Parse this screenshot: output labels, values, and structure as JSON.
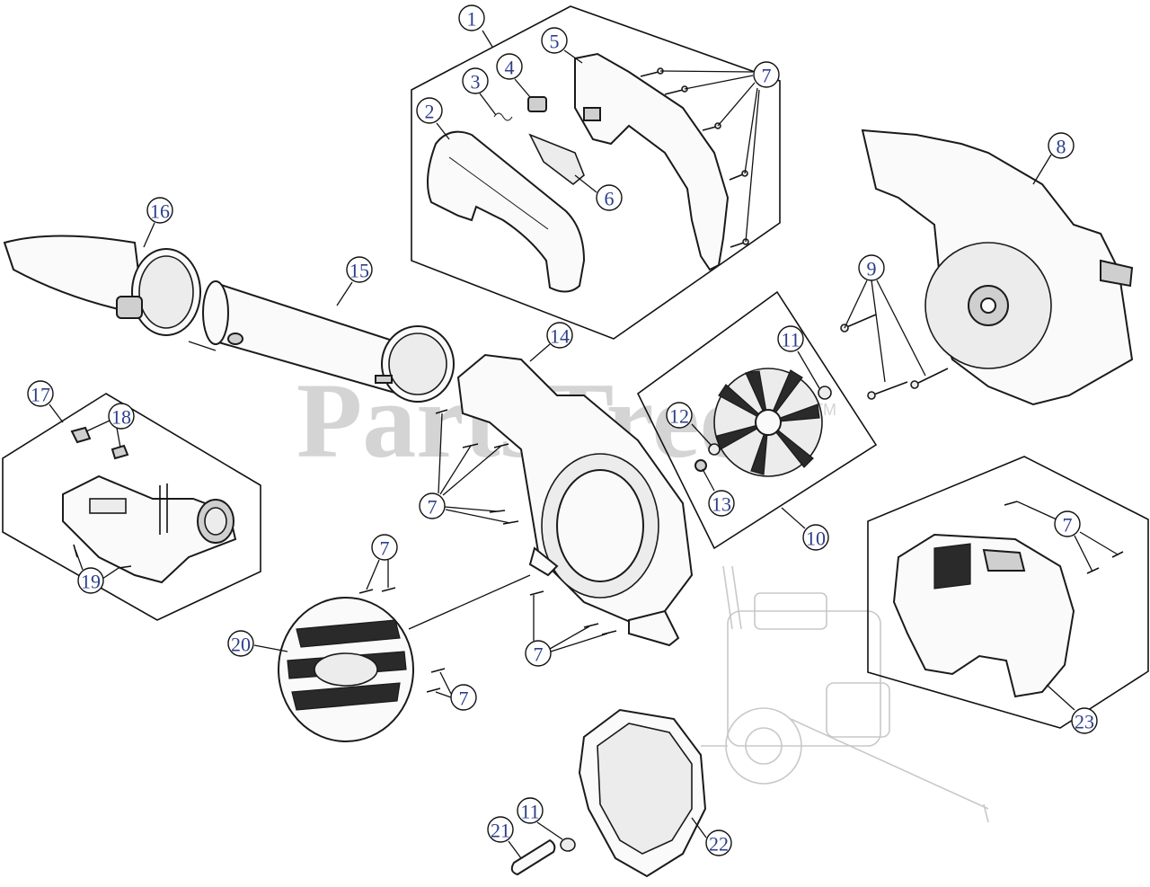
{
  "watermark": {
    "text": "PartsTree",
    "tm": "TM"
  },
  "callouts": [
    {
      "id": "c1",
      "label": "1"
    },
    {
      "id": "c2",
      "label": "2"
    },
    {
      "id": "c3",
      "label": "3"
    },
    {
      "id": "c4",
      "label": "4"
    },
    {
      "id": "c5",
      "label": "5"
    },
    {
      "id": "c6",
      "label": "6"
    },
    {
      "id": "c7a",
      "label": "7"
    },
    {
      "id": "c8",
      "label": "8"
    },
    {
      "id": "c9",
      "label": "9"
    },
    {
      "id": "c10",
      "label": "10"
    },
    {
      "id": "c11a",
      "label": "11"
    },
    {
      "id": "c12",
      "label": "12"
    },
    {
      "id": "c13",
      "label": "13"
    },
    {
      "id": "c14",
      "label": "14"
    },
    {
      "id": "c15",
      "label": "15"
    },
    {
      "id": "c16",
      "label": "16"
    },
    {
      "id": "c17",
      "label": "17"
    },
    {
      "id": "c18",
      "label": "18"
    },
    {
      "id": "c19",
      "label": "19"
    },
    {
      "id": "c7b",
      "label": "7"
    },
    {
      "id": "c7c",
      "label": "7"
    },
    {
      "id": "c7d",
      "label": "7"
    },
    {
      "id": "c7e",
      "label": "7"
    },
    {
      "id": "c7f",
      "label": "7"
    },
    {
      "id": "c20",
      "label": "20"
    },
    {
      "id": "c11b",
      "label": "11"
    },
    {
      "id": "c21",
      "label": "21"
    },
    {
      "id": "c22",
      "label": "22"
    },
    {
      "id": "c23",
      "label": "23"
    }
  ]
}
